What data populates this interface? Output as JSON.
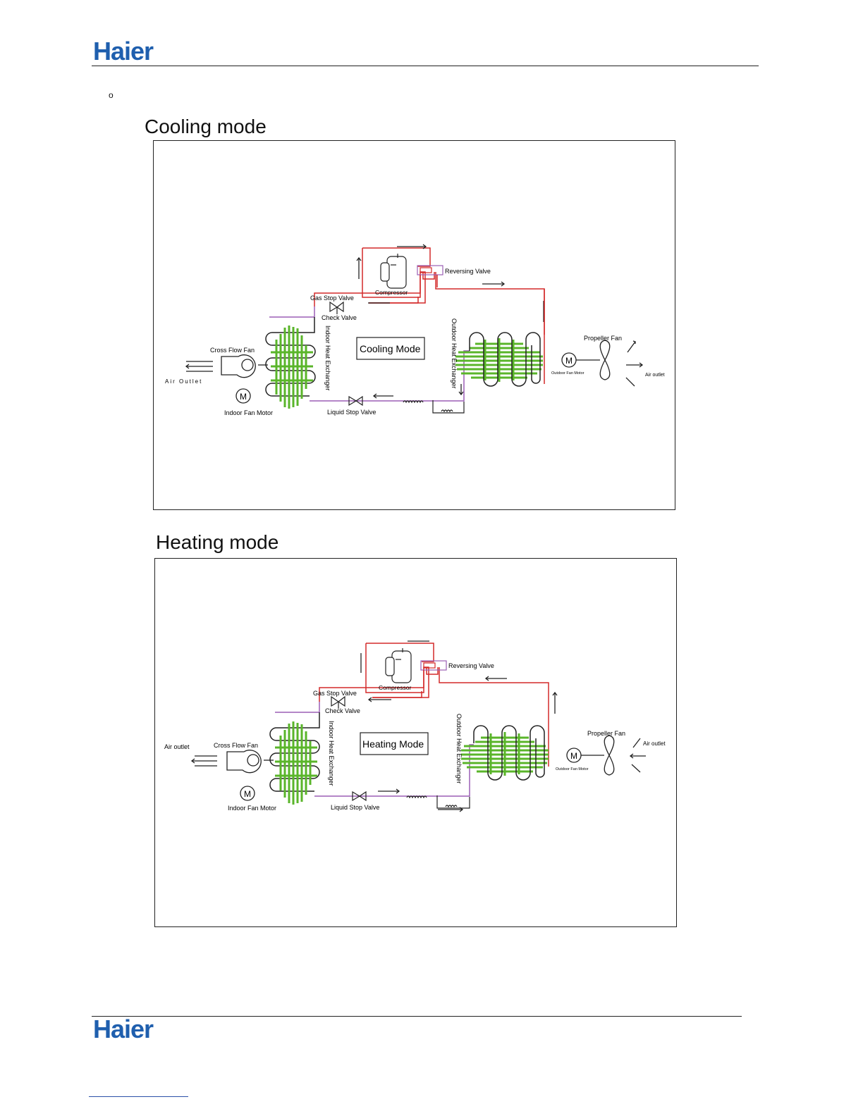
{
  "header": {
    "brand": "Haier"
  },
  "bullet": "o",
  "cooling": {
    "section_title": "Cooling mode",
    "mode_box": "Cooling Mode",
    "labels": {
      "reversing_valve": "Reversing Valve",
      "compressor": "Compressor",
      "gas_stop_valve": "Gas Stop Valve",
      "check_valve": "Check Valve",
      "cross_flow_fan": "Cross Flow Fan",
      "air_outlet_left": "Air Outlet",
      "indoor_fan_motor": "Indoor Fan Motor",
      "liquid_stop_valve": "Liquid Stop Valve",
      "indoor_hx": "Indoor Heat Exchanger",
      "outdoor_hx": "Outdoor Heat Exchanger",
      "propeller_fan": "Propeller Fan",
      "outdoor_fan_motor": "Outdoor Fan Motor",
      "air_outlet_right": "Air outlet",
      "motor_symbol": "M"
    }
  },
  "heating": {
    "section_title": "Heating mode",
    "mode_box": "Heating Mode",
    "labels": {
      "reversing_valve": "Reversing Valve",
      "compressor": "Compressor",
      "gas_stop_valve": "Gas Stop Valve",
      "check_valve": "Check Valve",
      "cross_flow_fan": "Cross Flow Fan",
      "air_outlet_left": "Air outlet",
      "indoor_fan_motor": "Indoor Fan Motor",
      "liquid_stop_valve": "Liquid Stop Valve",
      "indoor_hx": "Indoor Heat Exchanger",
      "outdoor_hx": "Outdoor Heat Exchanger",
      "propeller_fan": "Propeller Fan",
      "outdoor_fan_motor": "Outdoor Fan Motor",
      "air_outlet_right": "Air outlet",
      "motor_symbol": "M"
    }
  },
  "footer": {
    "brand": "Haier"
  },
  "colors": {
    "brand": "#1f5fae",
    "hot_pipe": "#d42a2a",
    "cold_pipe": "#9b5fb5",
    "coil_fins": "#5ab52a",
    "line": "#222222"
  }
}
